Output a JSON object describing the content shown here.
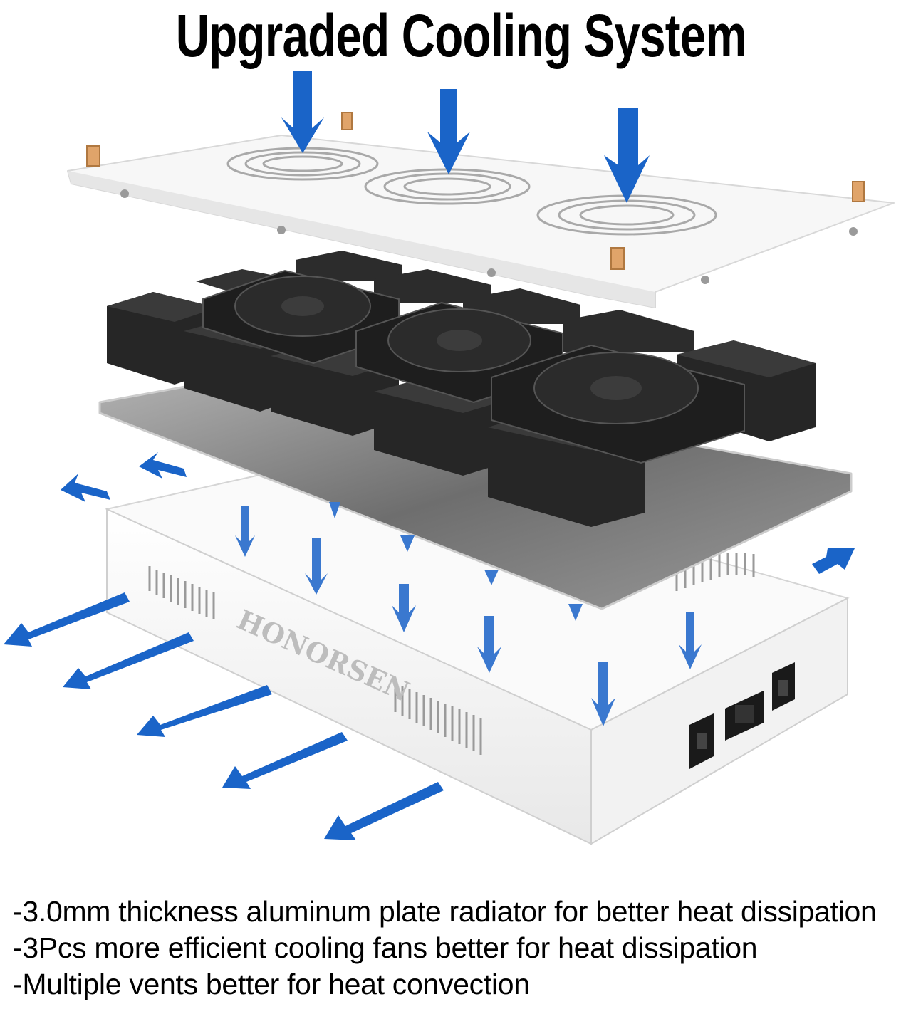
{
  "title": "Upgraded Cooling System",
  "brand_mark": "HONORSEN",
  "bullets": [
    "-3.0mm thickness aluminum plate radiator for better heat dissipation",
    "-3Pcs more efficient cooling fans better for heat dissipation",
    "-Multiple vents better for heat convection"
  ],
  "colors": {
    "arrow": "#1a64c8",
    "fan_module": "#2a2a2a",
    "aluminum_plate": "#8a8a8a",
    "cover_plate": "#f6f6f6",
    "background": "#ffffff"
  },
  "components": [
    "cover-plate",
    "cooling-fan",
    "heat-sink-block",
    "aluminum-radiator-plate",
    "vented-housing",
    "power-switch",
    "power-socket"
  ],
  "fan_count": 3
}
